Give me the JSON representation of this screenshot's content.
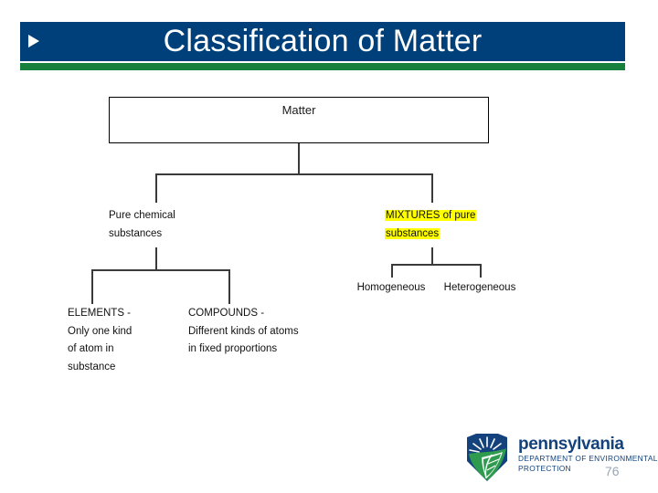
{
  "slide": {
    "title": "Classification of Matter",
    "page_number": "76",
    "colors": {
      "header_blue": "#00407a",
      "header_green": "#16803c",
      "highlight_yellow": "#ffff00",
      "logo_blue": "#13427c",
      "logo_green": "#2e9b4e"
    }
  },
  "diagram": {
    "type": "hierarchy-tree",
    "root": {
      "label": "Matter"
    },
    "level2": [
      {
        "id": "pure-chemical-substances",
        "lines": [
          "Pure chemical",
          "substances"
        ],
        "highlighted": false
      },
      {
        "id": "mixtures-of-pure-substances",
        "lines": [
          "MIXTURES of pure",
          "substances"
        ],
        "highlighted": true
      }
    ],
    "level3_pure": [
      {
        "id": "elements",
        "lines": [
          "ELEMENTS -",
          "Only one kind",
          "of atom in",
          "substance"
        ],
        "highlighted": false
      },
      {
        "id": "compounds",
        "lines": [
          "COMPOUNDS -",
          "Different kinds of atoms",
          "in fixed proportions"
        ],
        "highlighted": false
      }
    ],
    "level3_mixtures": [
      {
        "id": "homogeneous",
        "lines": [
          "Homogeneous"
        ],
        "highlighted": false
      },
      {
        "id": "heterogeneous",
        "lines": [
          "Heterogeneous"
        ],
        "highlighted": false
      }
    ]
  },
  "footer": {
    "logo": {
      "name": "pennsylvania",
      "sub_line1": "DEPARTMENT OF ENVIRONMENTAL",
      "sub_line2": "PROTECTION",
      "icon": "keystone-logo"
    }
  }
}
